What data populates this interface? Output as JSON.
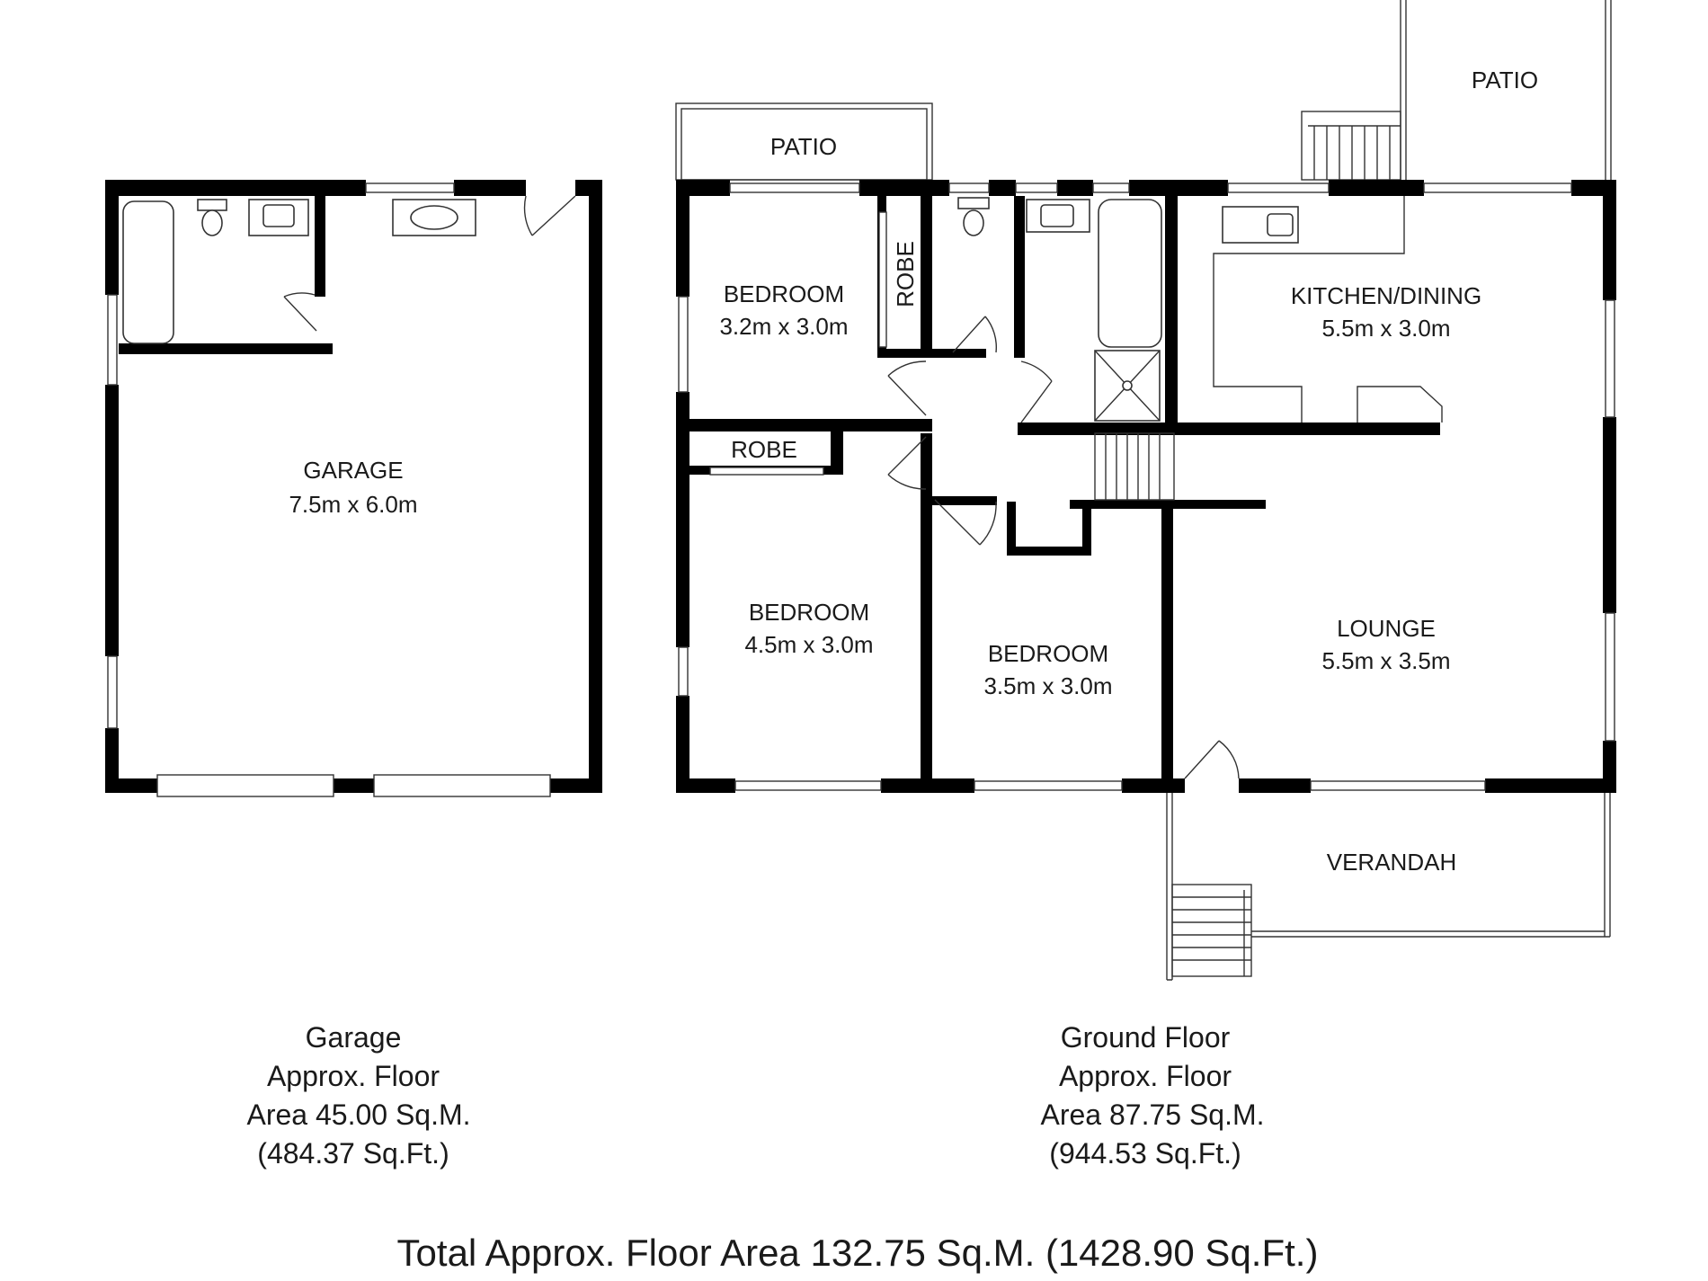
{
  "garage_plan": {
    "garage": {
      "name": "GARAGE",
      "size": "7.5m x 6.0m"
    },
    "caption": [
      "Garage",
      "Approx. Floor",
      "Area 45.00 Sq.M.",
      "(484.37 Sq.Ft.)"
    ]
  },
  "ground_floor": {
    "patio_left": "PATIO",
    "patio_right": "PATIO",
    "bedroom1": {
      "name": "BEDROOM",
      "size": "3.2m x 3.0m"
    },
    "robe_vertical": "ROBE",
    "robe_horizontal": "ROBE",
    "kitchen": {
      "name": "KITCHEN/DINING",
      "size": "5.5m x 3.0m"
    },
    "bedroom2": {
      "name": "BEDROOM",
      "size": "4.5m x 3.0m"
    },
    "bedroom3": {
      "name": "BEDROOM",
      "size": "3.5m x 3.0m"
    },
    "lounge": {
      "name": "LOUNGE",
      "size": "5.5m x 3.5m"
    },
    "verandah": "VERANDAH",
    "caption": [
      "Ground Floor",
      "Approx. Floor",
      "Area 87.75 Sq.M.",
      "(944.53 Sq.Ft.)"
    ]
  },
  "total": "Total Approx. Floor Area 132.75 Sq.M. (1428.90 Sq.Ft.)"
}
